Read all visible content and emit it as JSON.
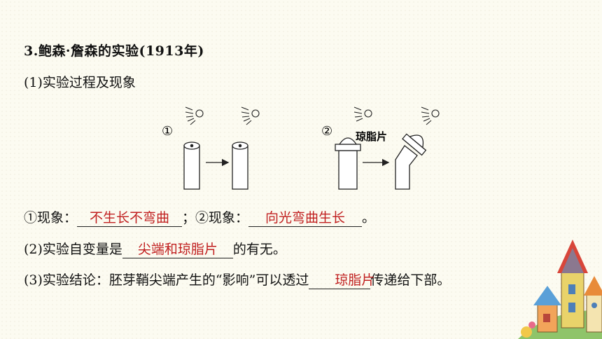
{
  "heading": "3.鲍森·詹森的实验(1913年)",
  "process_label": "(1)实验过程及现象",
  "figure": {
    "label_1": "①",
    "label_2": "②",
    "agar_label": "琼脂片"
  },
  "observation": {
    "prefix_1": "①现象：",
    "answer_1": "不生长不弯曲",
    "middle": "；②现象：",
    "answer_2": "向光弯曲生长",
    "end": "。"
  },
  "variable": {
    "prefix": "(2)实验自变量是",
    "answer": "尖端和琼脂片",
    "suffix": "的有无。"
  },
  "conclusion": {
    "prefix": "(3)实验结论：胚芽鞘尖端产生的“影响”可以透过",
    "answer": "琼脂片",
    "suffix": "传递给下部。"
  },
  "colors": {
    "answer": "#c01f1f",
    "background": "#fcfbf1"
  }
}
